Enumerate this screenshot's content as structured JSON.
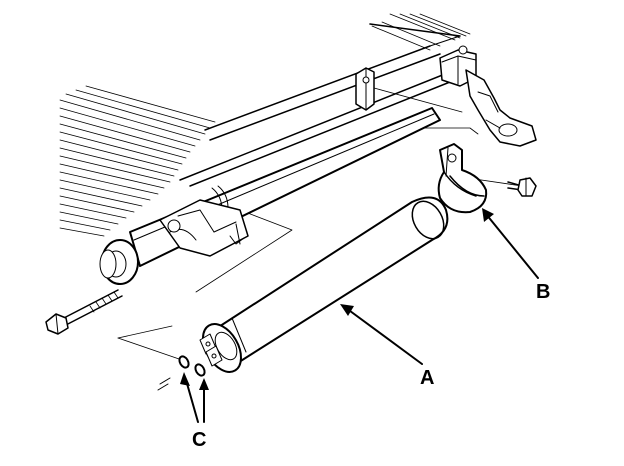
{
  "callouts": {
    "a": "A",
    "b": "B",
    "c": "C"
  },
  "parts": [
    "condenser",
    "receiver-dryer",
    "mounting-bracket",
    "o-rings",
    "mounting-bolt",
    "bracket-bolt"
  ],
  "colors": {
    "line": "#000000",
    "background": "#ffffff"
  }
}
